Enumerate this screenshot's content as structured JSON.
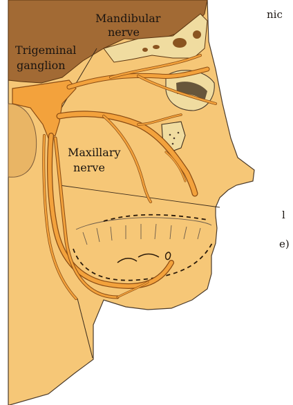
{
  "labels": {
    "mandibular_line1": "Mandibular",
    "mandibular_line2": "nerve",
    "trigeminal_line1": "Trigeminal",
    "trigeminal_line2": "ganglion",
    "maxillary_line1": "Maxillary",
    "maxillary_line2": "nerve"
  },
  "edge_text": {
    "top_right": "nic",
    "mid_right": "l",
    "lower_right": "e)"
  },
  "colors": {
    "skin": "#f6c777",
    "skin_dark": "#e9b565",
    "nerve": "#f3a23c",
    "nerve_outline": "#8a4b12",
    "skull": "#a26a34",
    "bone_light": "#f0dca0",
    "outline": "#4a3a2a"
  }
}
